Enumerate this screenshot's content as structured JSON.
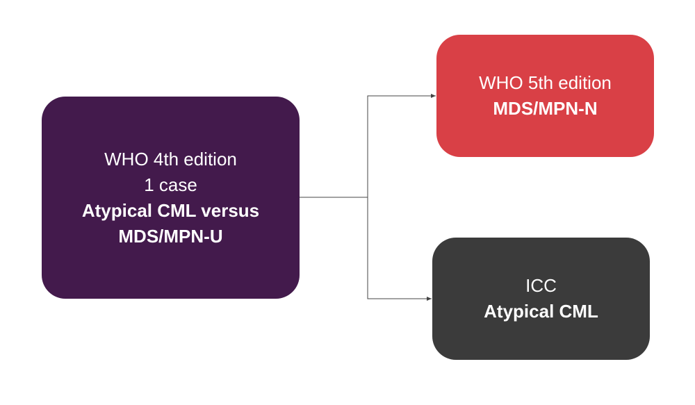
{
  "diagram": {
    "nodes": [
      {
        "id": "who4",
        "lines": [
          {
            "text": "WHO 4th edition",
            "weight": "normal"
          },
          {
            "text": "1 case",
            "weight": "normal"
          },
          {
            "text": "Atypical CML versus",
            "weight": "bold"
          },
          {
            "text": "MDS/MPN-U",
            "weight": "bold"
          }
        ],
        "color": "#431a4c"
      },
      {
        "id": "who5",
        "lines": [
          {
            "text": "WHO 5th edition",
            "weight": "normal"
          },
          {
            "text": "MDS/MPN-N",
            "weight": "bold"
          }
        ],
        "color": "#d94046"
      },
      {
        "id": "icc",
        "lines": [
          {
            "text": "ICC",
            "weight": "normal"
          },
          {
            "text": "Atypical CML",
            "weight": "bold"
          }
        ],
        "color": "#3b3b3b"
      }
    ],
    "edges": [
      {
        "from": "who4",
        "to": "who5"
      },
      {
        "from": "who4",
        "to": "icc"
      }
    ],
    "connector_color": "#444444"
  }
}
